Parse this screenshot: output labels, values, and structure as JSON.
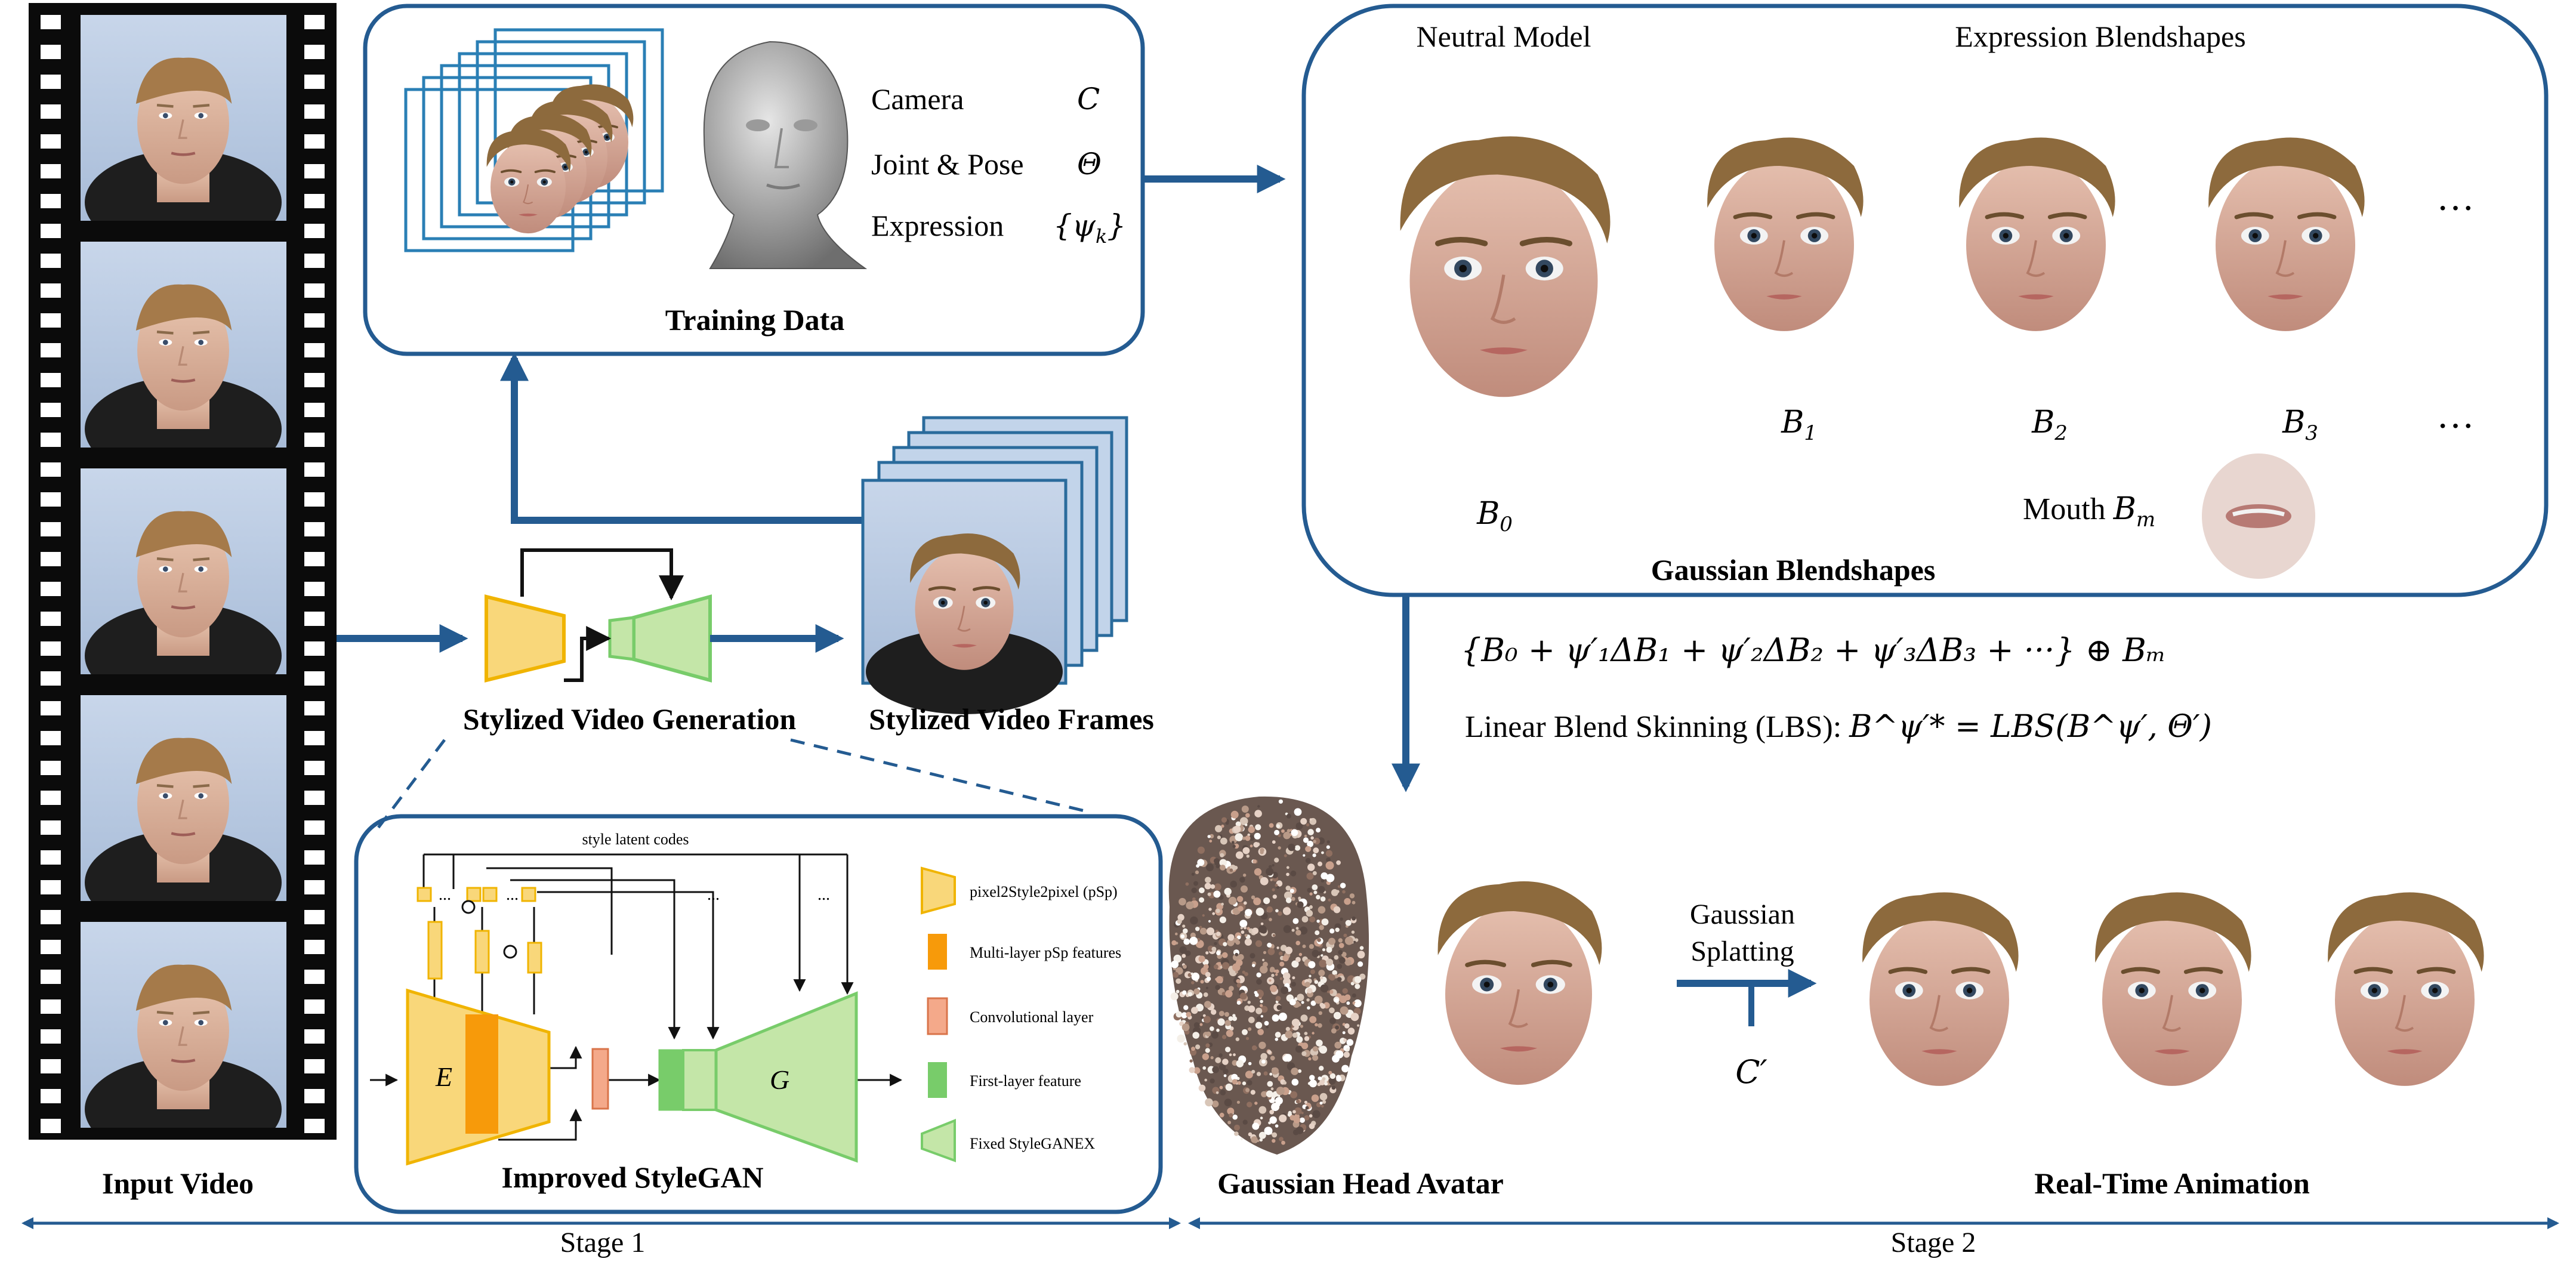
{
  "input_video": {
    "label": "Input Video",
    "frame_count": 5
  },
  "training_data": {
    "label": "Training Data",
    "params": [
      {
        "name": "Camera",
        "symbol": "C"
      },
      {
        "name": "Joint & Pose",
        "symbol": "Θ"
      },
      {
        "name": "Expression",
        "symbol": "{ψ",
        "symbol_sub": "k",
        "symbol_close": "}"
      }
    ]
  },
  "blendshapes": {
    "label": "Gaussian Blendshapes",
    "neutral_label": "Neutral Model",
    "expression_label": "Expression Blendshapes",
    "ellipsis": "···",
    "neutral_symbol": "B",
    "neutral_sub": "0",
    "items": [
      {
        "symbol": "B",
        "sub": "1"
      },
      {
        "symbol": "B",
        "sub": "2"
      },
      {
        "symbol": "B",
        "sub": "3"
      }
    ],
    "mouth_label": "Mouth",
    "mouth_symbol": "B",
    "mouth_sub": "m"
  },
  "formula": {
    "line1": "{B₀ + ψ′₁ΔB₁ + ψ′₂ΔB₂ + ψ′₃ΔB₃ + ···} ⊕ Bₘ",
    "line2_text": "Linear Blend Skinning (LBS):",
    "line2_math": "B^ψ′* = LBS(B^ψ′, Θ′)"
  },
  "stylized_generation": {
    "label": "Stylized Video Generation"
  },
  "stylized_frames": {
    "label": "Stylized Video Frames"
  },
  "stylegan": {
    "label": "Improved StyleGAN",
    "latent_label": "style latent codes",
    "encoder": "E",
    "generator": "G",
    "dots": "...",
    "legend": [
      {
        "label": "pixel2Style2pixel (pSp)",
        "color": "#f9d77a"
      },
      {
        "label": "Multi-layer pSp features",
        "color": "#f79a0a"
      },
      {
        "label": "Convolutional layer",
        "color": "#f4a98a"
      },
      {
        "label": "First-layer feature",
        "color": "#78cc6a"
      },
      {
        "label": "Fixed StyleGANEX",
        "color": "#c4e6a8"
      }
    ]
  },
  "avatar": {
    "label": "Gaussian Head Avatar"
  },
  "splatting": {
    "label_line1": "Gaussian",
    "label_line2": "Splatting",
    "camera_symbol": "C′"
  },
  "animation": {
    "label": "Real-Time Animation"
  },
  "stages": {
    "stage1": "Stage 1",
    "stage2": "Stage 2"
  },
  "colors": {
    "accent_blue": "#245b91",
    "frame_blue": "#2a6b9c"
  }
}
